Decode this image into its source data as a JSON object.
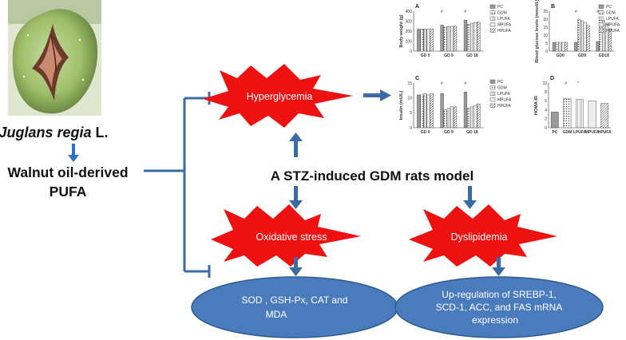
{
  "species": {
    "genus": "Juglans regia",
    "author": "L."
  },
  "extract": {
    "line1": "Walnut oil-derived",
    "line2": "PUFA"
  },
  "model_title": "A STZ-induced GDM rats model",
  "effects": {
    "hyperglycemia": "Hyperglycemia",
    "oxidative": "Oxidative stress",
    "dyslipidemia": "Dyslipidemia"
  },
  "outcomes": {
    "oxidative": [
      "SOD , GSH-Px, CAT and",
      "MDA"
    ],
    "lipid": [
      "Up-regulation of SREBP-1,",
      "SCD-1, ACC, and FAS mRNA",
      "expression"
    ]
  },
  "colors": {
    "arrow": "#3b6ba4",
    "burst": "#ee1111",
    "ellipse": "#4a7bbd",
    "text_dark": "#111111"
  },
  "icons": [
    "walnut-photo",
    "bar-chart-panels",
    "inhibition-bracket"
  ],
  "legend": [
    "PC",
    "GDM",
    "LPUFA",
    "MPUFA",
    "HPUFA"
  ],
  "chart_data": [
    {
      "panel": "A",
      "type": "bar",
      "ylabel": "Body weight (g)",
      "categories": [
        "GD 0",
        "GD 9",
        "GD 18"
      ],
      "ylim": [
        0,
        400
      ],
      "series": [
        {
          "name": "PC",
          "values": [
            220,
            260,
            310
          ]
        },
        {
          "name": "GDM",
          "values": [
            220,
            240,
            270
          ]
        },
        {
          "name": "LPUFA",
          "values": [
            222,
            245,
            280
          ]
        },
        {
          "name": "MPUFA",
          "values": [
            221,
            248,
            285
          ]
        },
        {
          "name": "HPUFA",
          "values": [
            223,
            250,
            290
          ]
        }
      ],
      "yticks": [
        "0",
        "100",
        "200",
        "300",
        "400"
      ],
      "annotations": [
        "#",
        "#"
      ]
    },
    {
      "panel": "B",
      "type": "bar",
      "ylabel": "Blood glucose levels (mmol/L)",
      "categories": [
        "GD0",
        "GD9",
        "GD18"
      ],
      "ylim": [
        0,
        25
      ],
      "series": [
        {
          "name": "PC",
          "values": [
            5.5,
            5.5,
            6
          ]
        },
        {
          "name": "GDM",
          "values": [
            5.5,
            20,
            20
          ]
        },
        {
          "name": "LPUFA",
          "values": [
            5.5,
            19,
            19
          ]
        },
        {
          "name": "MPUFA",
          "values": [
            5.5,
            18,
            17
          ]
        },
        {
          "name": "HPUFA",
          "values": [
            5.5,
            16,
            14
          ]
        }
      ],
      "yticks": [
        "0",
        "5",
        "10",
        "15",
        "20",
        "25"
      ],
      "annotations": [
        "#",
        "#"
      ]
    },
    {
      "panel": "C",
      "type": "bar",
      "ylabel": "Insulin (mU/L)",
      "categories": [
        "GD 0",
        "GD 9",
        "GD 18"
      ],
      "ylim": [
        0,
        15
      ],
      "series": [
        {
          "name": "PC",
          "values": [
            11,
            11.5,
            12
          ]
        },
        {
          "name": "GDM",
          "values": [
            11,
            6,
            6.5
          ]
        },
        {
          "name": "LPUFA",
          "values": [
            11.5,
            6.5,
            7
          ]
        },
        {
          "name": "MPUFA",
          "values": [
            11,
            7,
            7.5
          ]
        },
        {
          "name": "HPUFA",
          "values": [
            11.5,
            7,
            8
          ]
        }
      ],
      "yticks": [
        "0",
        "5",
        "10",
        "15"
      ],
      "annotations": [
        "#",
        "#"
      ]
    },
    {
      "panel": "D",
      "type": "bar",
      "ylabel": "HOMA-IR",
      "categories": [
        "PC",
        "GDM",
        "LPUFA",
        "MPUFA",
        "HPUFA"
      ],
      "ylim": [
        0,
        10
      ],
      "values": [
        3.5,
        6.5,
        6.3,
        6.0,
        5.4
      ],
      "yticks": [
        "0",
        "2",
        "4",
        "6",
        "8",
        "10"
      ],
      "annotations": [
        "#",
        "*"
      ]
    }
  ]
}
